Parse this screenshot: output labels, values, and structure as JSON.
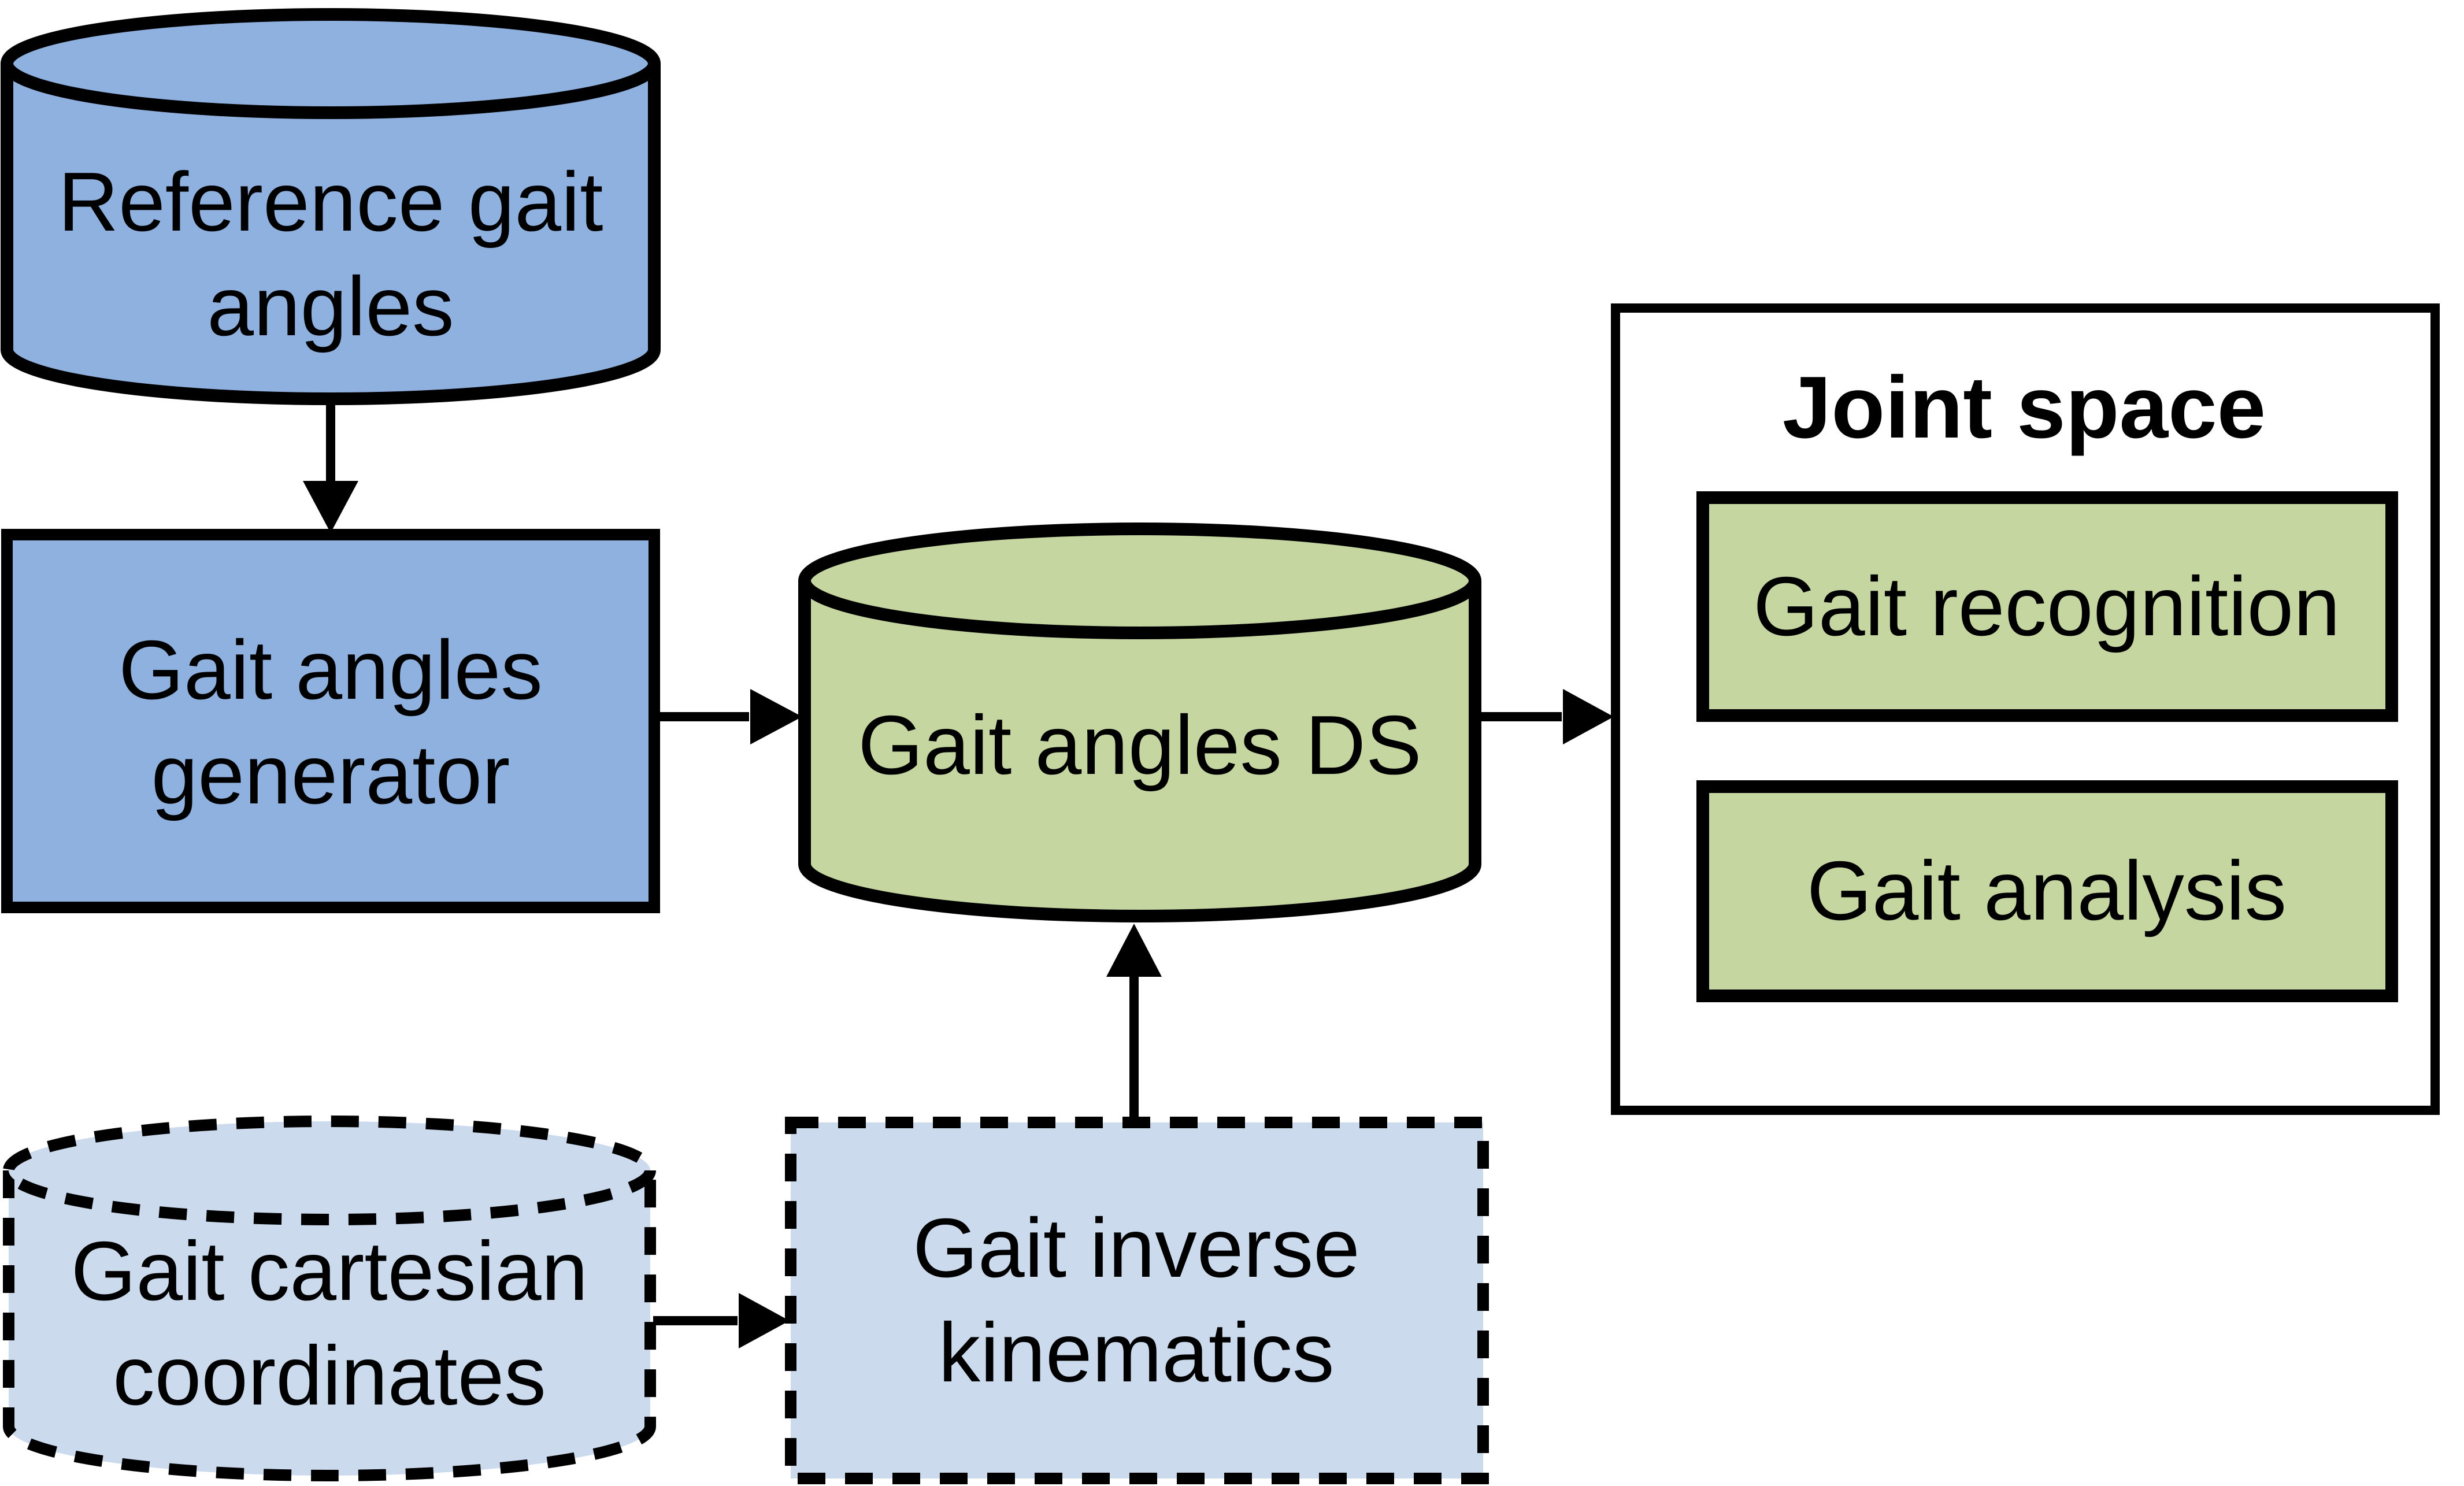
{
  "nodes": {
    "reference_gait_angles": {
      "label": "Reference gait angles",
      "shape": "cylinder",
      "style": "solid",
      "fill": "#8FB1DF"
    },
    "gait_angles_generator": {
      "label": "Gait angles generator",
      "shape": "rectangle",
      "style": "solid",
      "fill": "#8FB1DF"
    },
    "gait_angles_ds": {
      "label": "Gait angles DS",
      "shape": "cylinder",
      "style": "solid",
      "fill": "#C6D6A0"
    },
    "joint_space": {
      "label": "Joint space",
      "shape": "container",
      "style": "solid",
      "fill": "#FFFFFF"
    },
    "gait_recognition": {
      "label": "Gait recognition",
      "shape": "rectangle",
      "style": "solid",
      "fill": "#C6D6A0"
    },
    "gait_analysis": {
      "label": "Gait analysis",
      "shape": "rectangle",
      "style": "solid",
      "fill": "#C6D6A0"
    },
    "gait_cartesian_coordinates": {
      "label": "Gait cartesian coordinates",
      "shape": "cylinder",
      "style": "dashed",
      "fill": "#CCDAEE"
    },
    "gait_inverse_kinematics": {
      "label": "Gait inverse kinematics",
      "shape": "rectangle",
      "style": "dashed",
      "fill": "#CCDAEE"
    }
  },
  "edges": [
    {
      "id": "reference-to-generator",
      "from": "gait_angles_generator_source_reference_gait_angles",
      "source": "reference_gait_angles",
      "target": "gait_angles_generator",
      "direction": "down"
    },
    {
      "id": "generator-to-ds",
      "source": "gait_angles_generator",
      "target": "gait_angles_ds",
      "direction": "right"
    },
    {
      "id": "ds-to-joint-space",
      "source": "gait_angles_ds",
      "target": "joint_space",
      "direction": "right"
    },
    {
      "id": "cartesian-to-inverse-kinematics",
      "source": "gait_cartesian_coordinates",
      "target": "gait_inverse_kinematics",
      "direction": "right"
    },
    {
      "id": "inverse-kinematics-to-ds",
      "source": "gait_inverse_kinematics",
      "target": "gait_angles_ds",
      "direction": "up"
    }
  ],
  "colors": {
    "node_blue": "#8FB1DF",
    "node_light_blue": "#CCDAEE",
    "node_green": "#C6D6A0",
    "outline": "#000000",
    "background": "#FFFFFF",
    "text": "#000000"
  }
}
